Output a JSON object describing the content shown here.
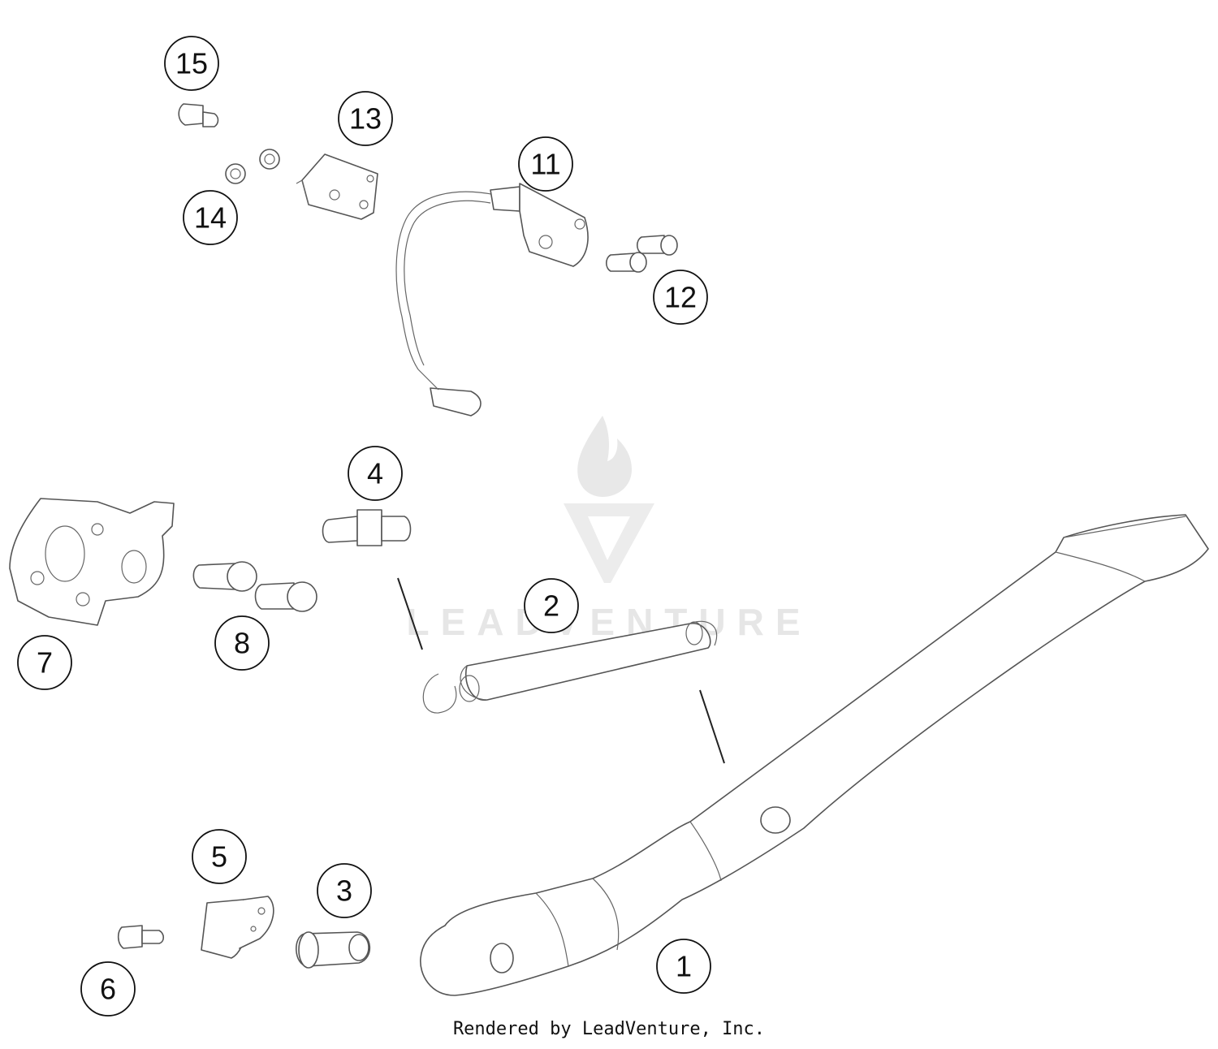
{
  "watermark": {
    "brand": "LEADVENTURE"
  },
  "callouts": [
    {
      "id": "1",
      "label": "1"
    },
    {
      "id": "2",
      "label": "2"
    },
    {
      "id": "3",
      "label": "3"
    },
    {
      "id": "4",
      "label": "4"
    },
    {
      "id": "5",
      "label": "5"
    },
    {
      "id": "6",
      "label": "6"
    },
    {
      "id": "7",
      "label": "7"
    },
    {
      "id": "8",
      "label": "8"
    },
    {
      "id": "11",
      "label": "11"
    },
    {
      "id": "12",
      "label": "12"
    },
    {
      "id": "13",
      "label": "13"
    },
    {
      "id": "14",
      "label": "14"
    },
    {
      "id": "15",
      "label": "15"
    }
  ],
  "footer": {
    "text": "Rendered by LeadVenture, Inc."
  }
}
